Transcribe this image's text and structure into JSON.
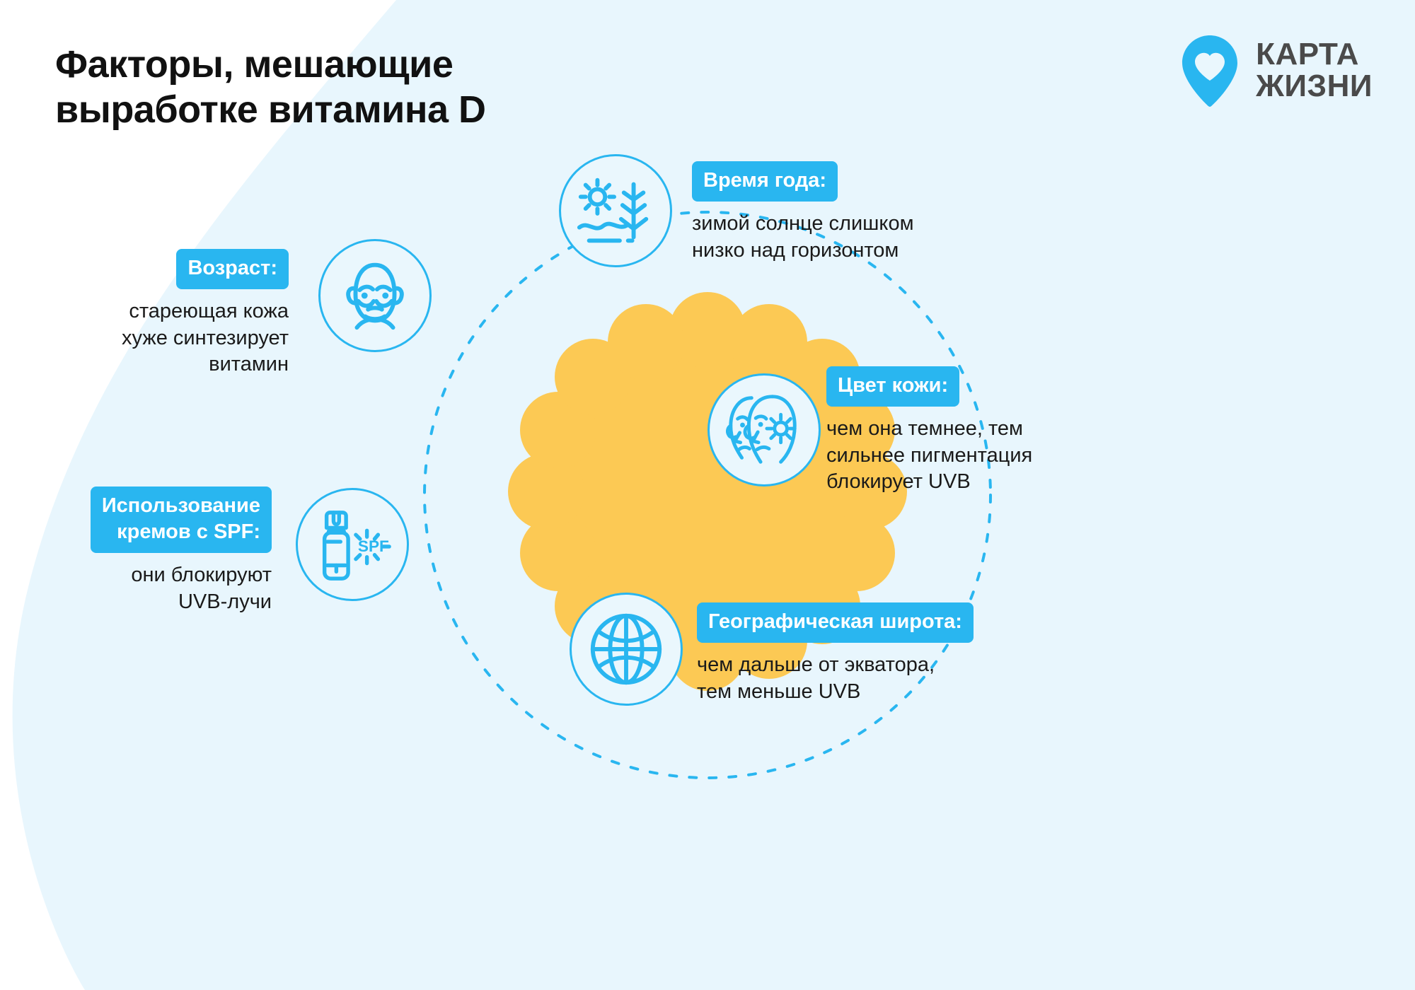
{
  "header": {
    "title": "Факторы, мешающие\nвыработке витамина D",
    "logo": {
      "icon": "map-pin-heart-icon",
      "text": "КАРТА\nЖИЗНИ"
    }
  },
  "colors": {
    "accent": "#29b6f0",
    "accent_dark": "#1aa7e8",
    "background_blob": "#e8f6fd",
    "page_background": "#ffffff",
    "sun": "#fcc954",
    "title": "#111111",
    "logo_text": "#4a4a4a",
    "body_text": "#1a1a1a",
    "badge_text": "#ffffff"
  },
  "center": {
    "graphic": "sun-burst",
    "points": 16
  },
  "factors": [
    {
      "id": "season",
      "icon": "season-sun-tree-icon",
      "badge": "Время года:",
      "description": "зимой солнце слишком\nнизко над горизонтом",
      "align": "left"
    },
    {
      "id": "age",
      "icon": "elderly-face-icon",
      "badge": "Возраст:",
      "description": "стареющая кожа\nхуже синтезирует\nвитамин",
      "align": "right"
    },
    {
      "id": "skin-color",
      "icon": "two-faces-sun-icon",
      "badge": "Цвет кожи:",
      "description": "чем она темнее, тем\nсильнее пигментация\nблокирует UVB",
      "align": "left"
    },
    {
      "id": "spf",
      "icon": "spf-bottle-icon",
      "badge": "Использование\nкремов с SPF:",
      "description": "они блокируют\nUVB-лучи",
      "align": "right"
    },
    {
      "id": "latitude",
      "icon": "globe-icon",
      "badge": "Географическая широта:",
      "description": "чем дальше от экватора,\nтем меньше UVB",
      "align": "left"
    }
  ],
  "icon_labels": {
    "spf_text": "SPF"
  }
}
